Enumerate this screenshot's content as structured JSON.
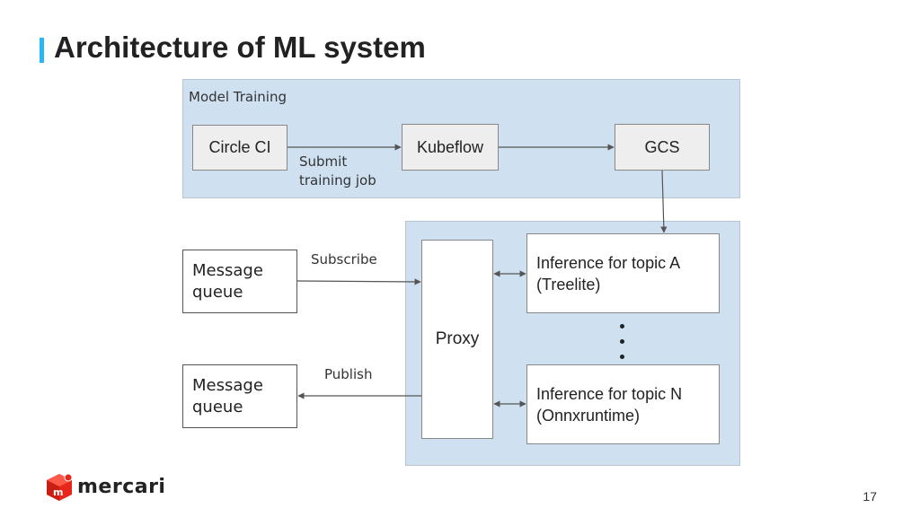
{
  "title": "Architecture of ML system",
  "panels": {
    "training_label": "Model Training"
  },
  "nodes": {
    "circle_ci": "Circle CI",
    "kubeflow": "Kubeflow",
    "gcs": "GCS",
    "mq_in": "Message\nqueue",
    "mq_out": "Message\nqueue",
    "proxy": "Proxy",
    "inference_a": "Inference for topic A\n(Treelite)",
    "inference_n": "Inference for topic N\n(Onnxruntime)"
  },
  "edges": {
    "submit": "Submit\ntraining job",
    "subscribe": "Subscribe",
    "publish": "Publish"
  },
  "footer": {
    "logo_text": "mercari",
    "logo_mark": "m",
    "page_number": "17"
  },
  "colors": {
    "accent": "#29b6f6",
    "panel": "#cfe0f1",
    "logo": "#e8261c"
  }
}
